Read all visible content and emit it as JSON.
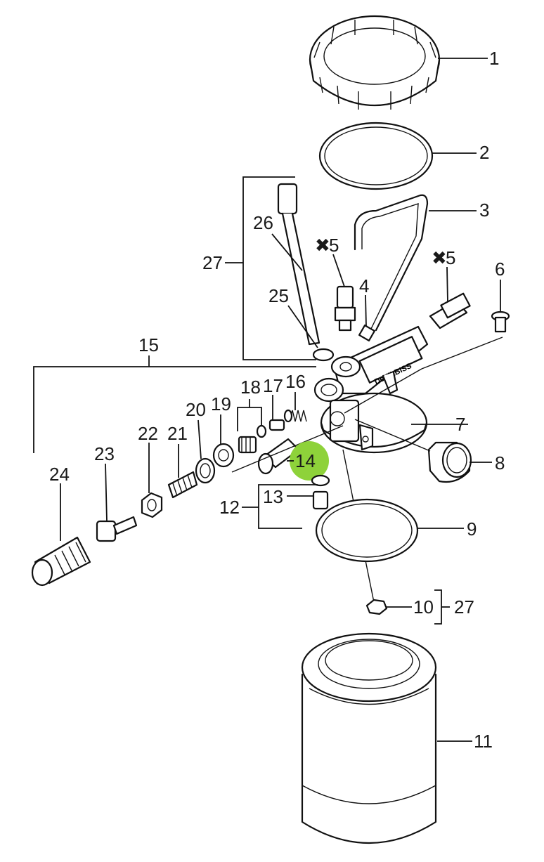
{
  "diagram": {
    "highlight_color": "#8ed23a",
    "brand_mark": "DeVILBISS",
    "labels": [
      {
        "id": "1",
        "text": "1"
      },
      {
        "id": "2",
        "text": "2"
      },
      {
        "id": "3",
        "text": "3"
      },
      {
        "id": "4",
        "text": "4"
      },
      {
        "id": "5a",
        "text": "5",
        "marker": "✖"
      },
      {
        "id": "5b",
        "text": "5",
        "marker": "✖"
      },
      {
        "id": "6",
        "text": "6"
      },
      {
        "id": "7",
        "text": "7"
      },
      {
        "id": "8",
        "text": "8"
      },
      {
        "id": "9",
        "text": "9"
      },
      {
        "id": "10",
        "text": "10"
      },
      {
        "id": "11",
        "text": "11"
      },
      {
        "id": "12",
        "text": "12"
      },
      {
        "id": "13",
        "text": "13"
      },
      {
        "id": "14",
        "text": "14",
        "highlighted": true
      },
      {
        "id": "15",
        "text": "15"
      },
      {
        "id": "16",
        "text": "16"
      },
      {
        "id": "17",
        "text": "17"
      },
      {
        "id": "18",
        "text": "18"
      },
      {
        "id": "19",
        "text": "19"
      },
      {
        "id": "20",
        "text": "20"
      },
      {
        "id": "21",
        "text": "21"
      },
      {
        "id": "22",
        "text": "22"
      },
      {
        "id": "23",
        "text": "23"
      },
      {
        "id": "24",
        "text": "24"
      },
      {
        "id": "25",
        "text": "25"
      },
      {
        "id": "26",
        "text": "26"
      },
      {
        "id": "27a",
        "text": "27"
      },
      {
        "id": "27b",
        "text": "27"
      }
    ]
  }
}
